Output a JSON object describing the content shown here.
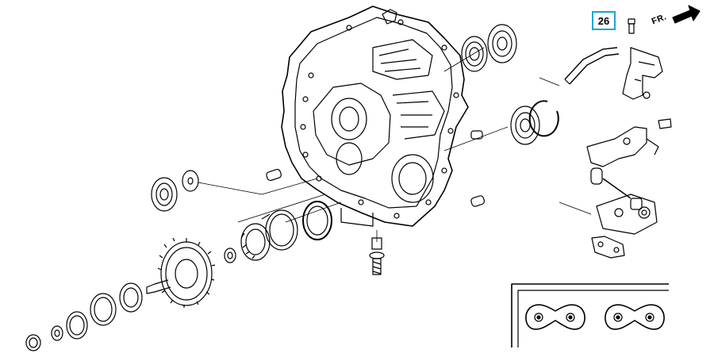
{
  "callout": {
    "number": "26"
  },
  "direction_marker": {
    "label": "FR."
  },
  "colors": {
    "highlight": "#1aa3d9",
    "line": "#000000",
    "background": "#ffffff"
  },
  "inset": {
    "gaskets": 2
  }
}
